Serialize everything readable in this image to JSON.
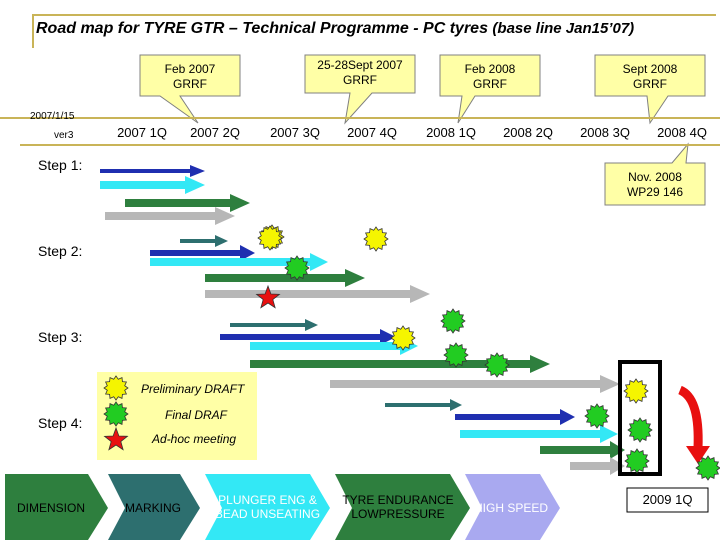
{
  "title": {
    "main": "Road map for TYRE GTR – Technical Programme - PC tyres",
    "sub": "(base line Jan15’07)"
  },
  "date": "2007/1/15",
  "version": "ver3",
  "meetings": [
    {
      "line1": "Feb 2007",
      "line2": "GRRF"
    },
    {
      "line1": "25-28Sept 2007",
      "line2": "GRRF"
    },
    {
      "line1": "Feb 2008",
      "line2": "GRRF"
    },
    {
      "line1": "Sept 2008",
      "line2": "GRRF"
    },
    {
      "line1": "Nov. 2008",
      "line2": "WP29 146"
    }
  ],
  "quarters": [
    "2007 1Q",
    "2007 2Q",
    "2007 3Q",
    "2007 4Q",
    "2008 1Q",
    "2008 2Q",
    "2008 3Q",
    "2008 4Q"
  ],
  "steps": [
    "Step 1:",
    "Step 2:",
    "Step 3:",
    "Step 4:"
  ],
  "legend": {
    "preliminary": "Preliminary DRAFT",
    "final": "Final DRAF",
    "adhoc": "Ad-hoc meeting"
  },
  "chevrons": [
    "DIMENSION",
    "MARKING",
    "PLUNGER ENG & BEAD UNSEATING",
    "TYRE ENDURANCE LOWPRESSURE",
    "HIGH SPEED"
  ],
  "final_label": "2009 1Q",
  "colors": {
    "navy": "#1f2fb0",
    "cyan": "#33e8f5",
    "green": "#2e7f3e",
    "gray": "#b7b7b7",
    "teal": "#2d6f6f",
    "yellow": "#f5f500",
    "bright_green": "#22cc22",
    "red": "#e81010",
    "callout": "#ffffa6",
    "gold": "#c9b458"
  }
}
